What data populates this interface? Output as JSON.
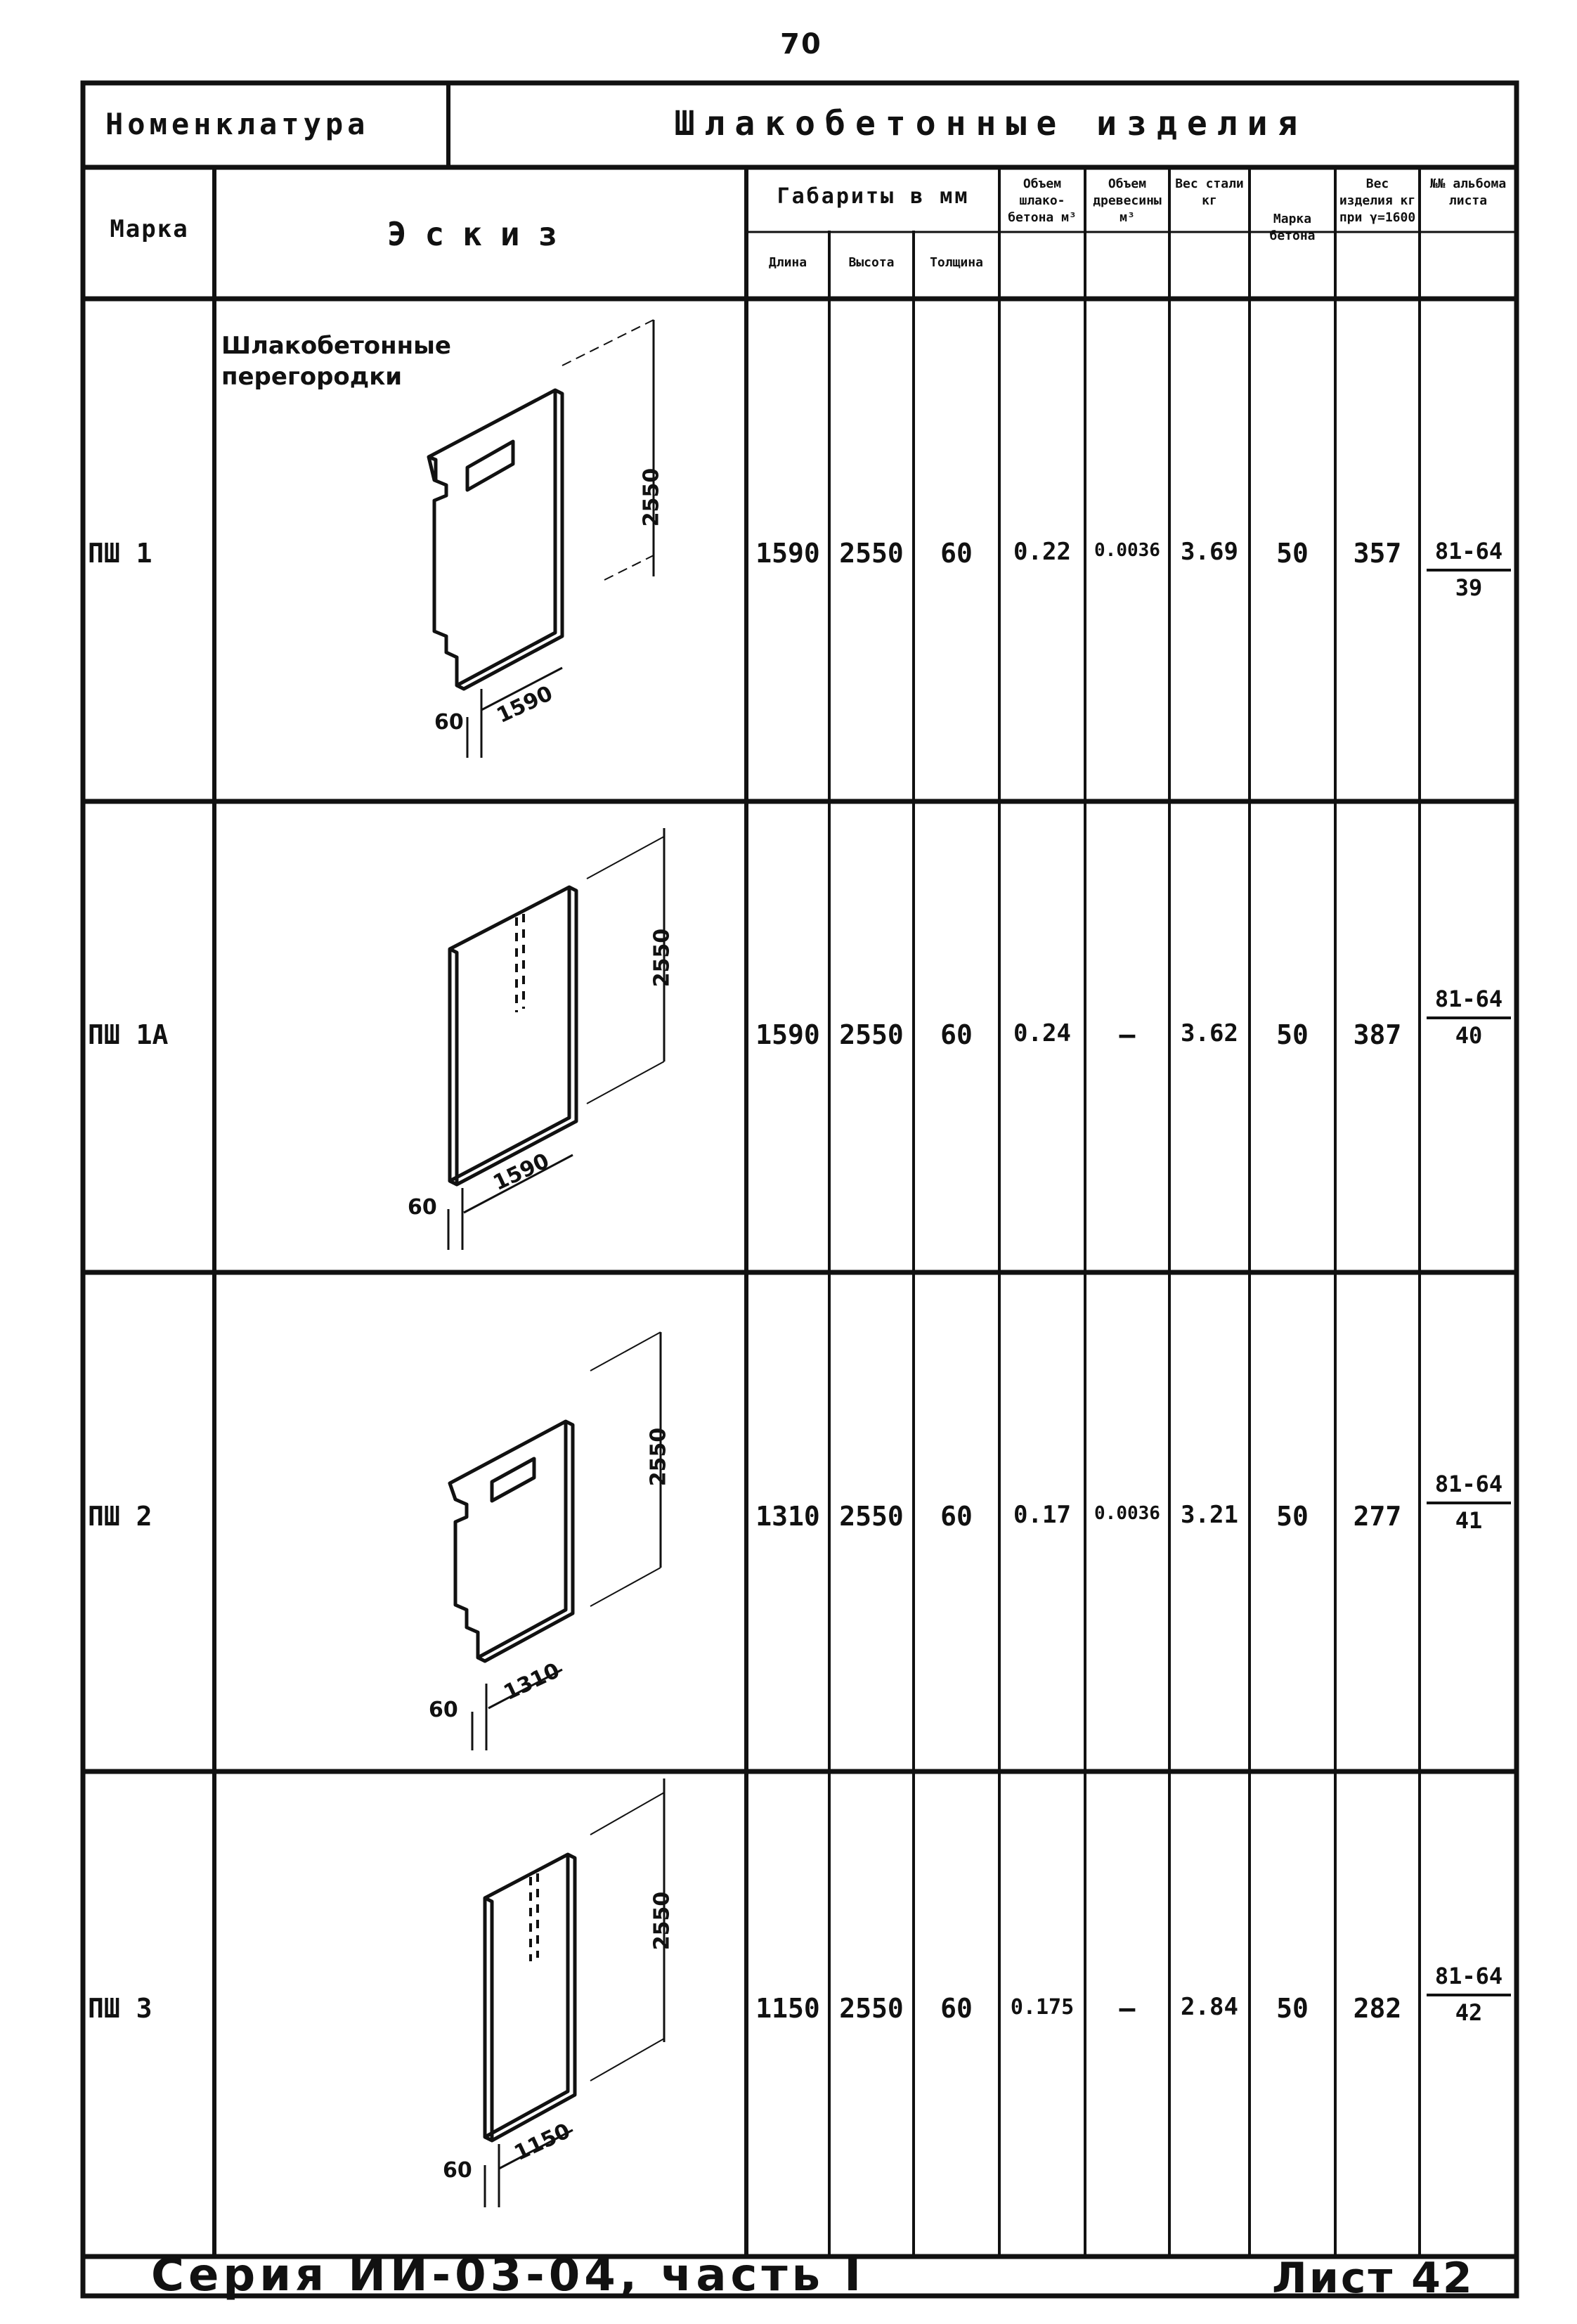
{
  "page_number": "70",
  "header": {
    "nomenclature_label": "Номенклатура",
    "title": "Шлакобетонные изделия"
  },
  "columns": {
    "marka": "Марка",
    "sketch": "Эскиз",
    "dimensions_group": "Габариты в мм",
    "length": "Длина",
    "height": "Высота",
    "thickness": "Толщина",
    "volume_concrete": "Объем шлако-бетона м³",
    "volume_wood": "Объем древесины м³",
    "steel_weight": "Вес стали кг",
    "concrete_grade": "Марка бетона",
    "product_weight": "Вес изделия кг при γ=1600",
    "album_sheet": "№№ альбома листа"
  },
  "sketch_caption": "Шлакобетонные перегородки",
  "rows": [
    {
      "mark": "ПШ 1",
      "length": "1590",
      "height": "2550",
      "thickness": "60",
      "vol_concrete": "0.22",
      "vol_wood": "0.0036",
      "steel": "3.69",
      "grade": "50",
      "weight": "357",
      "album": "81-64",
      "sheet": "39",
      "dim_height": "2550",
      "dim_length": "1590",
      "dim_thick": "60"
    },
    {
      "mark": "ПШ 1А",
      "length": "1590",
      "height": "2550",
      "thickness": "60",
      "vol_concrete": "0.24",
      "vol_wood": "—",
      "steel": "3.62",
      "grade": "50",
      "weight": "387",
      "album": "81-64",
      "sheet": "40",
      "dim_height": "2550",
      "dim_length": "1590",
      "dim_thick": "60"
    },
    {
      "mark": "ПШ 2",
      "length": "1310",
      "height": "2550",
      "thickness": "60",
      "vol_concrete": "0.17",
      "vol_wood": "0.0036",
      "steel": "3.21",
      "grade": "50",
      "weight": "277",
      "album": "81-64",
      "sheet": "41",
      "dim_height": "2550",
      "dim_length": "1310",
      "dim_thick": "60"
    },
    {
      "mark": "ПШ 3",
      "length": "1150",
      "height": "2550",
      "thickness": "60",
      "vol_concrete": "0.175",
      "vol_wood": "—",
      "steel": "2.84",
      "grade": "50",
      "weight": "282",
      "album": "81-64",
      "sheet": "42",
      "dim_height": "2550",
      "dim_length": "1150",
      "dim_thick": "60"
    }
  ],
  "footer": {
    "series": "Серия ИИ-03-04, часть I",
    "sheet": "Лист 42"
  }
}
